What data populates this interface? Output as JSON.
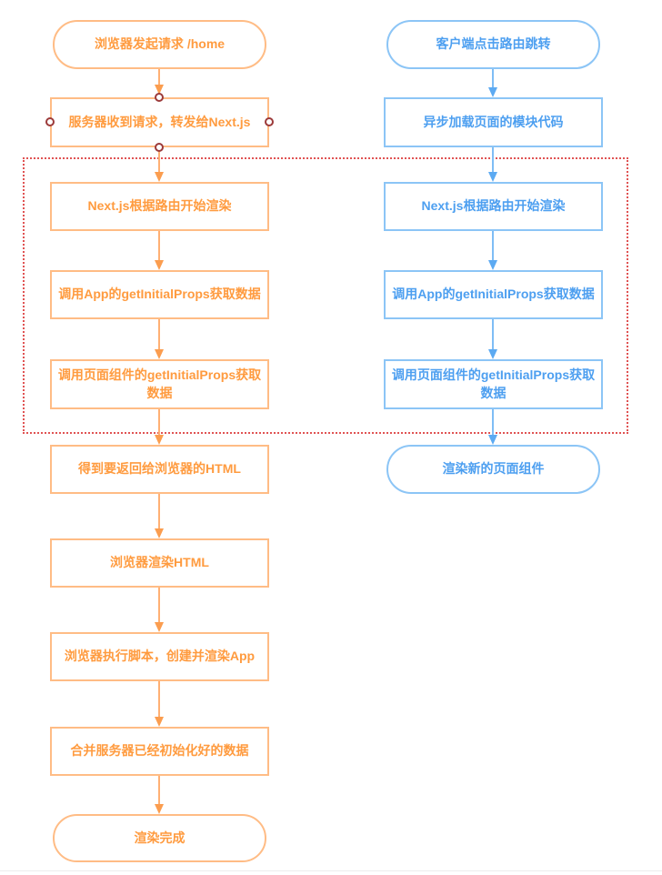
{
  "diagram": {
    "colors": {
      "orange_border": "#ffbc85",
      "orange_text": "#ff9b3f",
      "orange_arrow": "#fb9d4f",
      "blue_border": "#8cc5f6",
      "blue_text": "#4d9ff0",
      "blue_arrow": "#5caaf2",
      "group_dotted_red": "#e05353",
      "selection_handle_ring": "#9c3a3a"
    },
    "server_flow": {
      "nodes": [
        {
          "label": "浏览器发起请求 /home",
          "shape": "stadium"
        },
        {
          "label": "服务器收到请求，转发给Next.js",
          "shape": "rect",
          "selected": true
        },
        {
          "label": "Next.js根据路由开始渲染",
          "shape": "rect"
        },
        {
          "label": "调用App的getInitialProps获取数据",
          "shape": "rect"
        },
        {
          "label": "调用页面组件的getInitialProps获取数据",
          "shape": "rect"
        },
        {
          "label": "得到要返回给浏览器的HTML",
          "shape": "rect"
        },
        {
          "label": "浏览器渲染HTML",
          "shape": "rect"
        },
        {
          "label": "浏览器执行脚本，创建并渲染App",
          "shape": "rect"
        },
        {
          "label": "合并服务器已经初始化好的数据",
          "shape": "rect"
        },
        {
          "label": "渲染完成",
          "shape": "stadium"
        }
      ]
    },
    "client_flow": {
      "nodes": [
        {
          "label": "客户端点击路由跳转",
          "shape": "stadium"
        },
        {
          "label": "异步加载页面的模块代码",
          "shape": "rect"
        },
        {
          "label": "Next.js根据路由开始渲染",
          "shape": "rect"
        },
        {
          "label": "调用App的getInitialProps获取数据",
          "shape": "rect"
        },
        {
          "label": "调用页面组件的getInitialProps获取数据",
          "shape": "rect"
        },
        {
          "label": "渲染新的页面组件",
          "shape": "stadium"
        }
      ]
    }
  }
}
